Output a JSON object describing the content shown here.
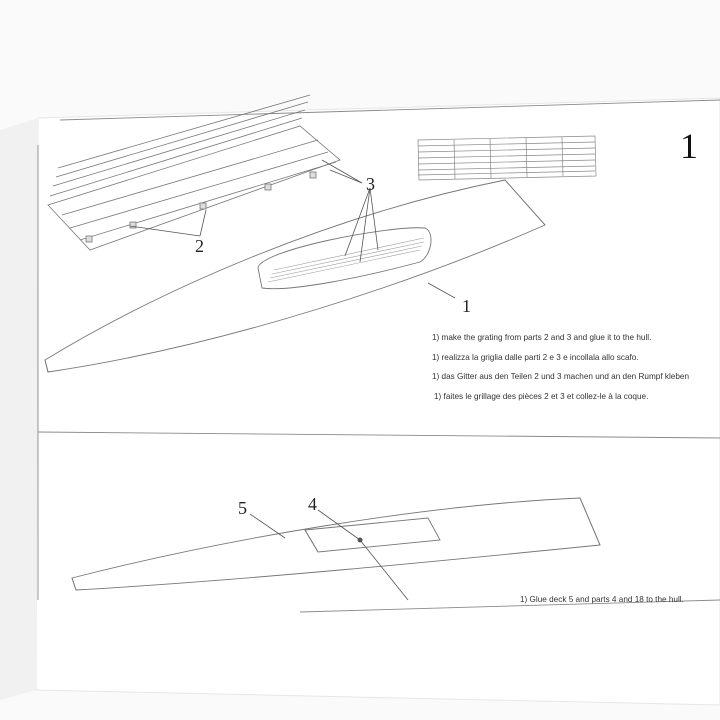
{
  "step1": {
    "number": "1",
    "callouts": {
      "hull": "1",
      "rails": "2",
      "slats": "3"
    },
    "instructions": [
      "1) make the grating from parts 2 and 3 and glue it to the hull.",
      "1) realizza la griglia dalle parti 2 e 3 e incollala allo scafo.",
      "1) das Gitter aus den Teilen 2 und 3 machen und an den Rumpf kleben",
      "1) faites le grillage des pièces 2 et 3 et collez-le à la coque."
    ]
  },
  "step2": {
    "callouts": {
      "deck": "5",
      "part": "4"
    },
    "instruction": "1) Glue deck 5 and parts 4 and 18 to the hull."
  }
}
